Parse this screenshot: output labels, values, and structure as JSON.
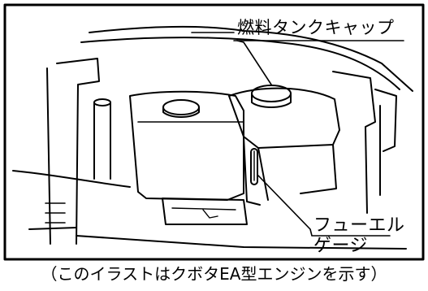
{
  "labels": {
    "fuel_tank_cap": "燃料タンクキャップ",
    "fuel_gauge_line1": "フューエル",
    "fuel_gauge_line2": "ゲージ"
  },
  "caption": "（このイラストはクボタEA型エンジンを示す）",
  "colors": {
    "line": "#000000",
    "background": "#ffffff"
  }
}
